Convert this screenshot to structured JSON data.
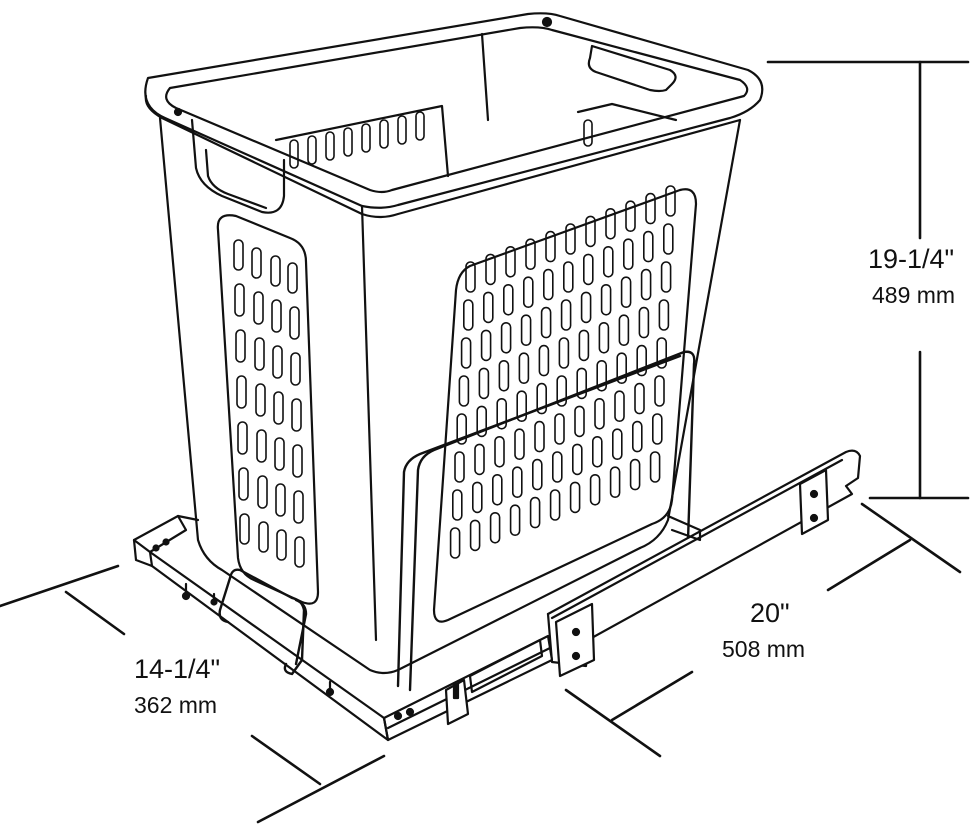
{
  "dimensions": {
    "height": {
      "imperial": "19-1/4\"",
      "metric": "489 mm"
    },
    "depth": {
      "imperial": "20\"",
      "metric": "508 mm"
    },
    "width": {
      "imperial": "14-1/4\"",
      "metric": "362 mm"
    }
  },
  "colors": {
    "line": "#111111",
    "background": "#ffffff"
  }
}
